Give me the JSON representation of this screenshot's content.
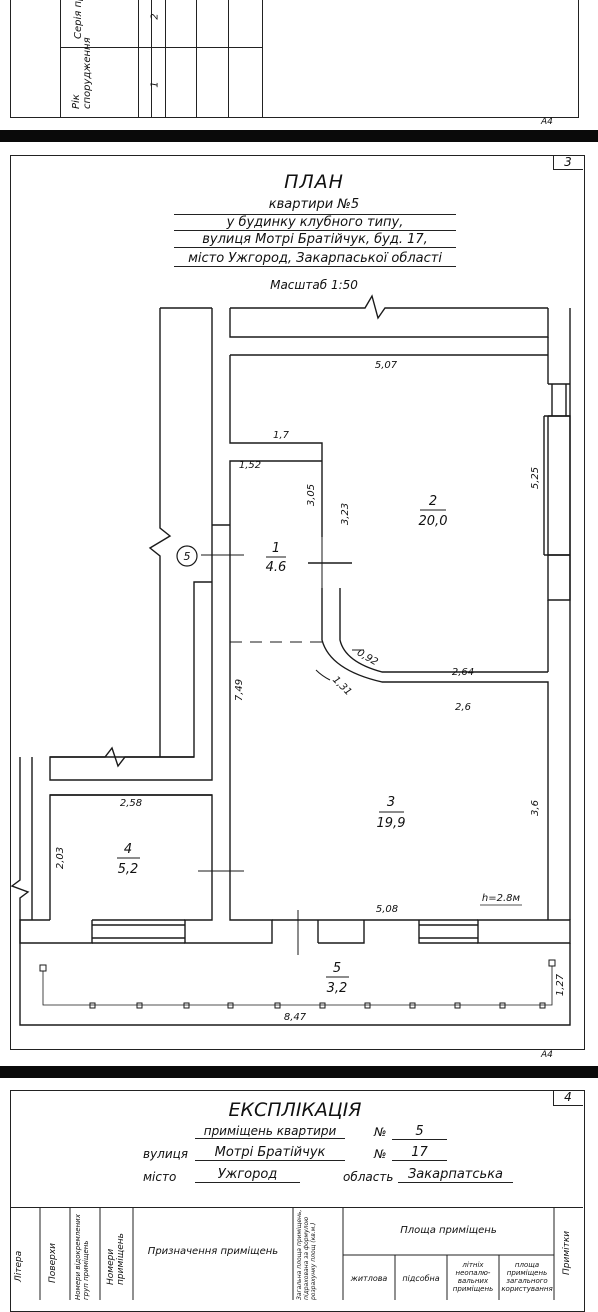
{
  "top_sheet": {
    "row2_label": "Серія проекту",
    "row2_num": "2",
    "row1_label": "Рік спорудження",
    "row1_num": "1",
    "format": "А4"
  },
  "plan_sheet": {
    "page_number": "3",
    "title": "ПЛАН",
    "line1": "квартири №5",
    "line2": "у будинку клубного типу,",
    "line3": "вулиця Мотрі Братійчук, буд. 17,",
    "line4": "місто Ужгород, Закарпаської області",
    "scale": "Масштаб 1:50",
    "format": "А4",
    "axis_marker": "5",
    "height_note": "h=2.8м",
    "rooms": [
      {
        "number": "1",
        "area": "4.6"
      },
      {
        "number": "2",
        "area": "20,0"
      },
      {
        "number": "3",
        "area": "19,9"
      },
      {
        "number": "4",
        "area": "5,2"
      },
      {
        "number": "5",
        "area": "3,2"
      }
    ],
    "dims": {
      "d507": "5,07",
      "d525": "5,25",
      "d17": "1,7",
      "d152": "1,52",
      "d305": "3,05",
      "d323": "3,23",
      "d092": "0,92",
      "d131": "1,31",
      "d264": "2,64",
      "d26": "2,6",
      "d749": "7,49",
      "d36": "3,6",
      "d258": "2,58",
      "d203": "2,03",
      "d508": "5,08",
      "d127": "1,27",
      "d847": "8,47"
    }
  },
  "explication_sheet": {
    "page_number": "4",
    "title": "ЕКСПЛІКАЦІЯ",
    "premises_label": "приміщень квартири",
    "premises_no_label": "№",
    "premises_no": "5",
    "street_label": "вулиця",
    "street_value": "Мотрі Братійчук",
    "house_no_label": "№",
    "house_no": "17",
    "city_label": "місто",
    "city_value": "Ужгород",
    "region_label": "область",
    "region_value": "Закарпатська",
    "columns": [
      "Літера",
      "Поверхи",
      "Номери відокремлених груп приміщень",
      "Номери приміщень",
      "Призначення приміщень",
      "Загальна площа приміщень, підрахована за формулою розрахунку площ (кв.м.)",
      "Площа приміщень",
      "житлова",
      "підсобна",
      "літніх неопалю-вальних приміщень",
      "площа приміщень загального користування",
      "Примітки"
    ]
  }
}
